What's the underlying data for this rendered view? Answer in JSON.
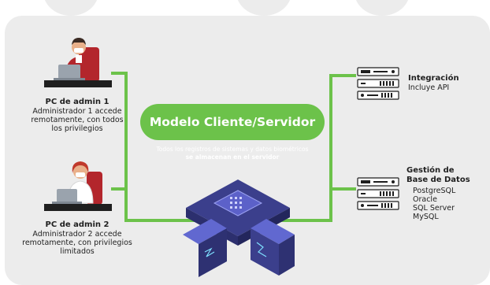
{
  "center": {
    "title": "Modelo Cliente/Servidor",
    "description": "Todos los registros de sistemas y datos biométricos",
    "description_bold": "se almacenan en el servidor"
  },
  "admin1": {
    "title": "PC de admin 1",
    "lines": [
      "Administrador 1 accede",
      "remotamente, con todos",
      "los privilegios"
    ]
  },
  "admin2": {
    "title": "PC de admin 2",
    "lines": [
      "Administrador 2 accede",
      "remotamente, con privilegios",
      "limitados"
    ]
  },
  "integracion": {
    "title": "Integración",
    "detail": "Incluye API"
  },
  "database": {
    "title_lines": [
      "Gestión de",
      "Base de Datos"
    ],
    "items": [
      "PostgreSQL",
      "Oracle",
      "SQL Server",
      "MySQL"
    ]
  },
  "colors": {
    "accent": "#6cc24a",
    "panel": "#ececec",
    "server_icon": "#1f1f1f"
  }
}
